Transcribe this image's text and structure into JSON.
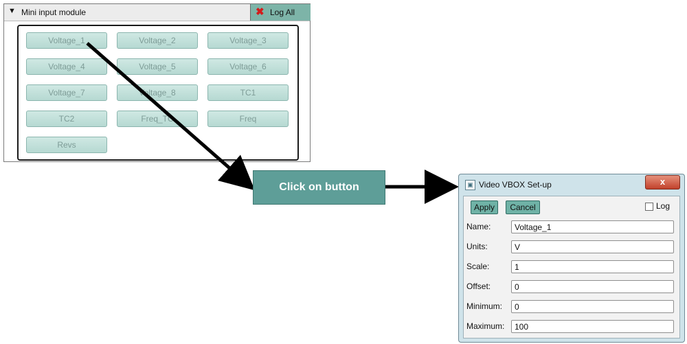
{
  "module": {
    "title": "Mini input module",
    "log_all_label": "Log All",
    "channels": [
      "Voltage_1",
      "Voltage_2",
      "Voltage_3",
      "Voltage_4",
      "Voltage_5",
      "Voltage_6",
      "Voltage_7",
      "Voltage_8",
      "TC1",
      "TC2",
      "Freq_TC",
      "Freq",
      "Revs"
    ]
  },
  "callout": {
    "text": "Click on button"
  },
  "dialog": {
    "title": "Video VBOX Set-up",
    "close_label": "x",
    "apply_label": "Apply",
    "cancel_label": "Cancel",
    "log_label": "Log",
    "log_checked": false,
    "fields": [
      {
        "label": "Name:",
        "value": "Voltage_1"
      },
      {
        "label": "Units:",
        "value": "V"
      },
      {
        "label": "Scale:",
        "value": "1"
      },
      {
        "label": "Offset:",
        "value": "0"
      },
      {
        "label": "Minimum:",
        "value": "0"
      },
      {
        "label": "Maximum:",
        "value": "100"
      }
    ]
  },
  "colors": {
    "accent": "#5e9e98",
    "channel_button": "#c3e0da",
    "dialog_frame": "#cfe3ea",
    "close_red": "#c1412b"
  },
  "icons": {
    "collapse": "triangle-down-icon",
    "log_all": "red-x-icon",
    "app": "app-icon"
  }
}
